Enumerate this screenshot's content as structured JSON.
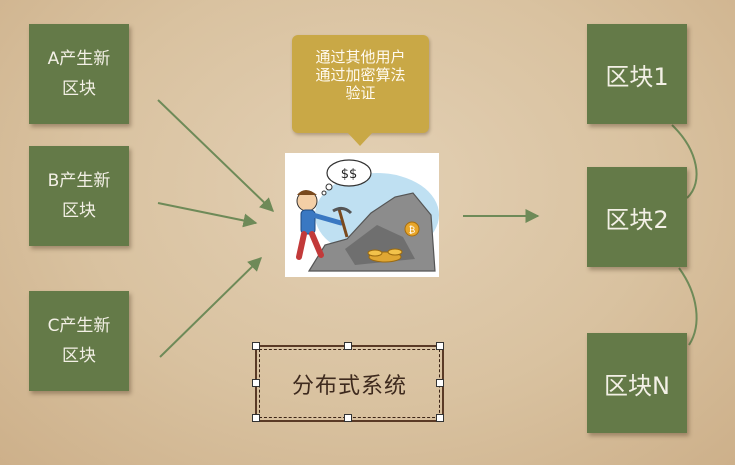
{
  "sources": [
    {
      "line1": "A产生新",
      "line2": "区块"
    },
    {
      "line1": "B产生新",
      "line2": "区块"
    },
    {
      "line1": "C产生新",
      "line2": "区块"
    }
  ],
  "callout": {
    "line1": "通过其他用户",
    "line2": "通过加密算法",
    "line3": "验证"
  },
  "blocks": [
    "区块1",
    "区块2",
    "区块N"
  ],
  "system_label": "分布式系统",
  "illustration": {
    "thought_text": "$$",
    "icon": "miner-with-bitcoin-icon"
  },
  "colors": {
    "box_green": "#647a48",
    "callout_gold": "#c9a846",
    "arrow_green": "#6e8a58"
  }
}
